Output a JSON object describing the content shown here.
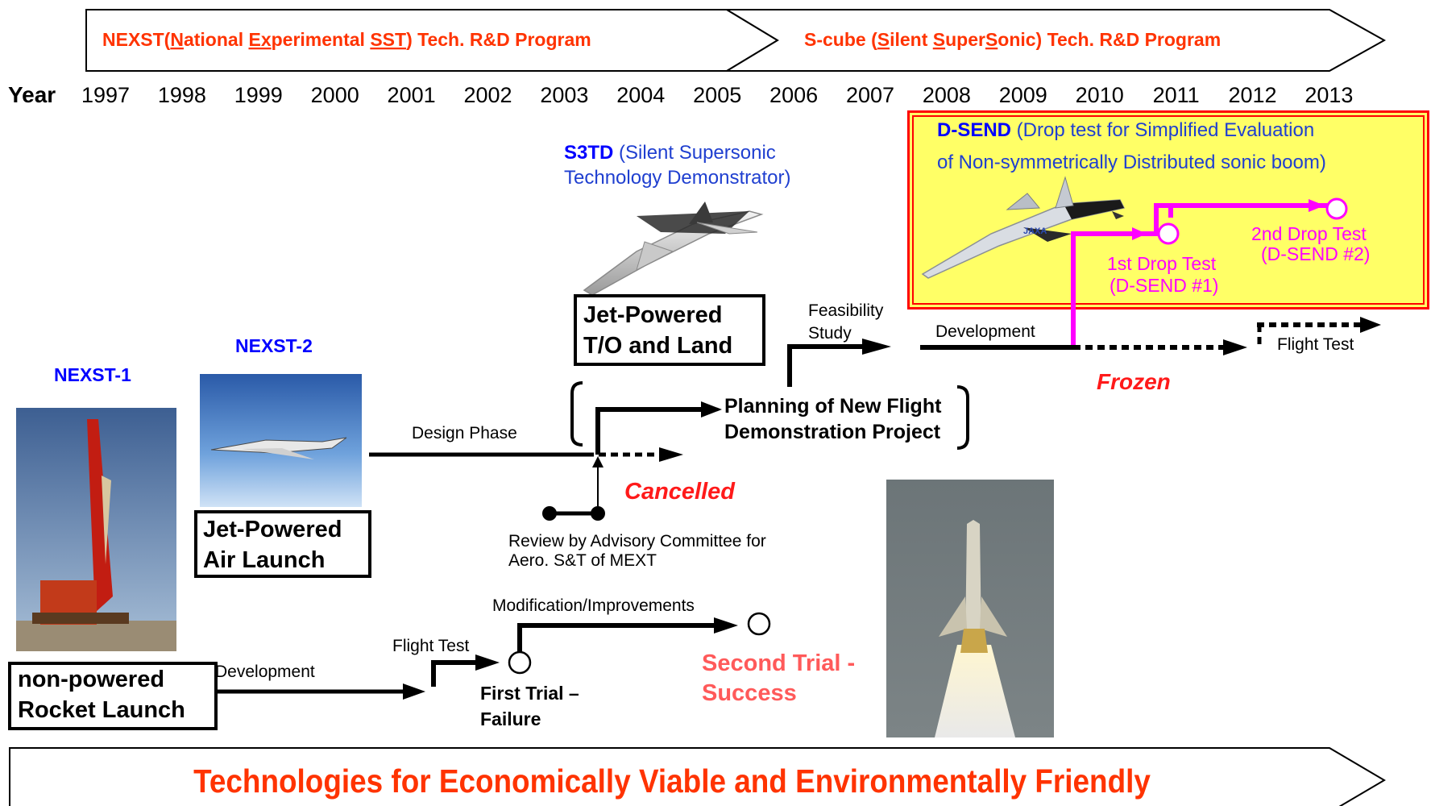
{
  "programs": {
    "nexst": {
      "segments": [
        {
          "text": "NEXST(",
          "u": false
        },
        {
          "text": "N",
          "u": true
        },
        {
          "text": "ational ",
          "u": false
        },
        {
          "text": "Ex",
          "u": true
        },
        {
          "text": "perimental ",
          "u": false
        },
        {
          "text": "SST",
          "u": true
        },
        {
          "text": ") Tech. R&D Program",
          "u": false
        }
      ]
    },
    "scube": {
      "segments": [
        {
          "text": "S-cube (",
          "u": false
        },
        {
          "text": "S",
          "u": true
        },
        {
          "text": "ilent ",
          "u": false
        },
        {
          "text": "S",
          "u": true
        },
        {
          "text": "uper",
          "u": false
        },
        {
          "text": "S",
          "u": true
        },
        {
          "text": "onic) Tech. R&D Program",
          "u": false
        }
      ]
    }
  },
  "timeline": {
    "label": "Year",
    "years": [
      "1997",
      "1998",
      "1999",
      "2000",
      "2001",
      "2002",
      "2003",
      "2004",
      "2005",
      "2006",
      "2007",
      "2008",
      "2009",
      "2010",
      "2011",
      "2012",
      "2013"
    ]
  },
  "nexst1": {
    "title": "NEXST-1",
    "box_line1": "non-powered",
    "box_line2": "Rocket Launch",
    "development": "Development",
    "flight_test": "Flight Test",
    "first_trial_line1": "First Trial –",
    "first_trial_line2": "Failure",
    "modification": "Modification/Improvements",
    "second_trial_line1": "Second Trial -",
    "second_trial_line2": "Success"
  },
  "nexst2": {
    "title": "NEXST-2",
    "box_line1": "Jet-Powered",
    "box_line2": "Air Launch",
    "design_phase": "Design Phase",
    "cancelled": "Cancelled",
    "review_line1": "Review by Advisory Committee for",
    "review_line2": "Aero. S&T of MEXT"
  },
  "s3td": {
    "name": "S3TD",
    "desc_line1": " (Silent Supersonic",
    "desc_line2": "Technology Demonstrator)",
    "box_line1": "Jet-Powered",
    "box_line2": "T/O and Land",
    "planning_line1": "Planning of New Flight",
    "planning_line2": "Demonstration Project",
    "feasibility_line1": "Feasibility",
    "feasibility_line2": "Study",
    "development": "Development",
    "frozen": "Frozen",
    "flight_test": "Flight Test"
  },
  "dsend": {
    "name": "D-SEND",
    "desc_line1": " (Drop test for Simplified Evaluation",
    "desc_line2": "of Non-symmetrically Distributed sonic boom)",
    "drop1_line1": "1st  Drop Test",
    "drop1_line2": "(D-SEND #1)",
    "drop2_line1": "2nd  Drop Test",
    "drop2_line2": "(D-SEND #2)",
    "airframe_marking": "JAXA"
  },
  "bottom_banner": "Technologies for Economically Viable and Environmentally Friendly",
  "colors": {
    "program_text": "#ff3300",
    "title_blue": "#0000ff",
    "desc_blue": "#1f3fd0",
    "red_emphasis": "#ff1a1a",
    "salmon": "#ff5a5a",
    "magenta": "#ff00ff",
    "dsend_fill": "#ffff66",
    "dsend_border": "#ff0000"
  }
}
